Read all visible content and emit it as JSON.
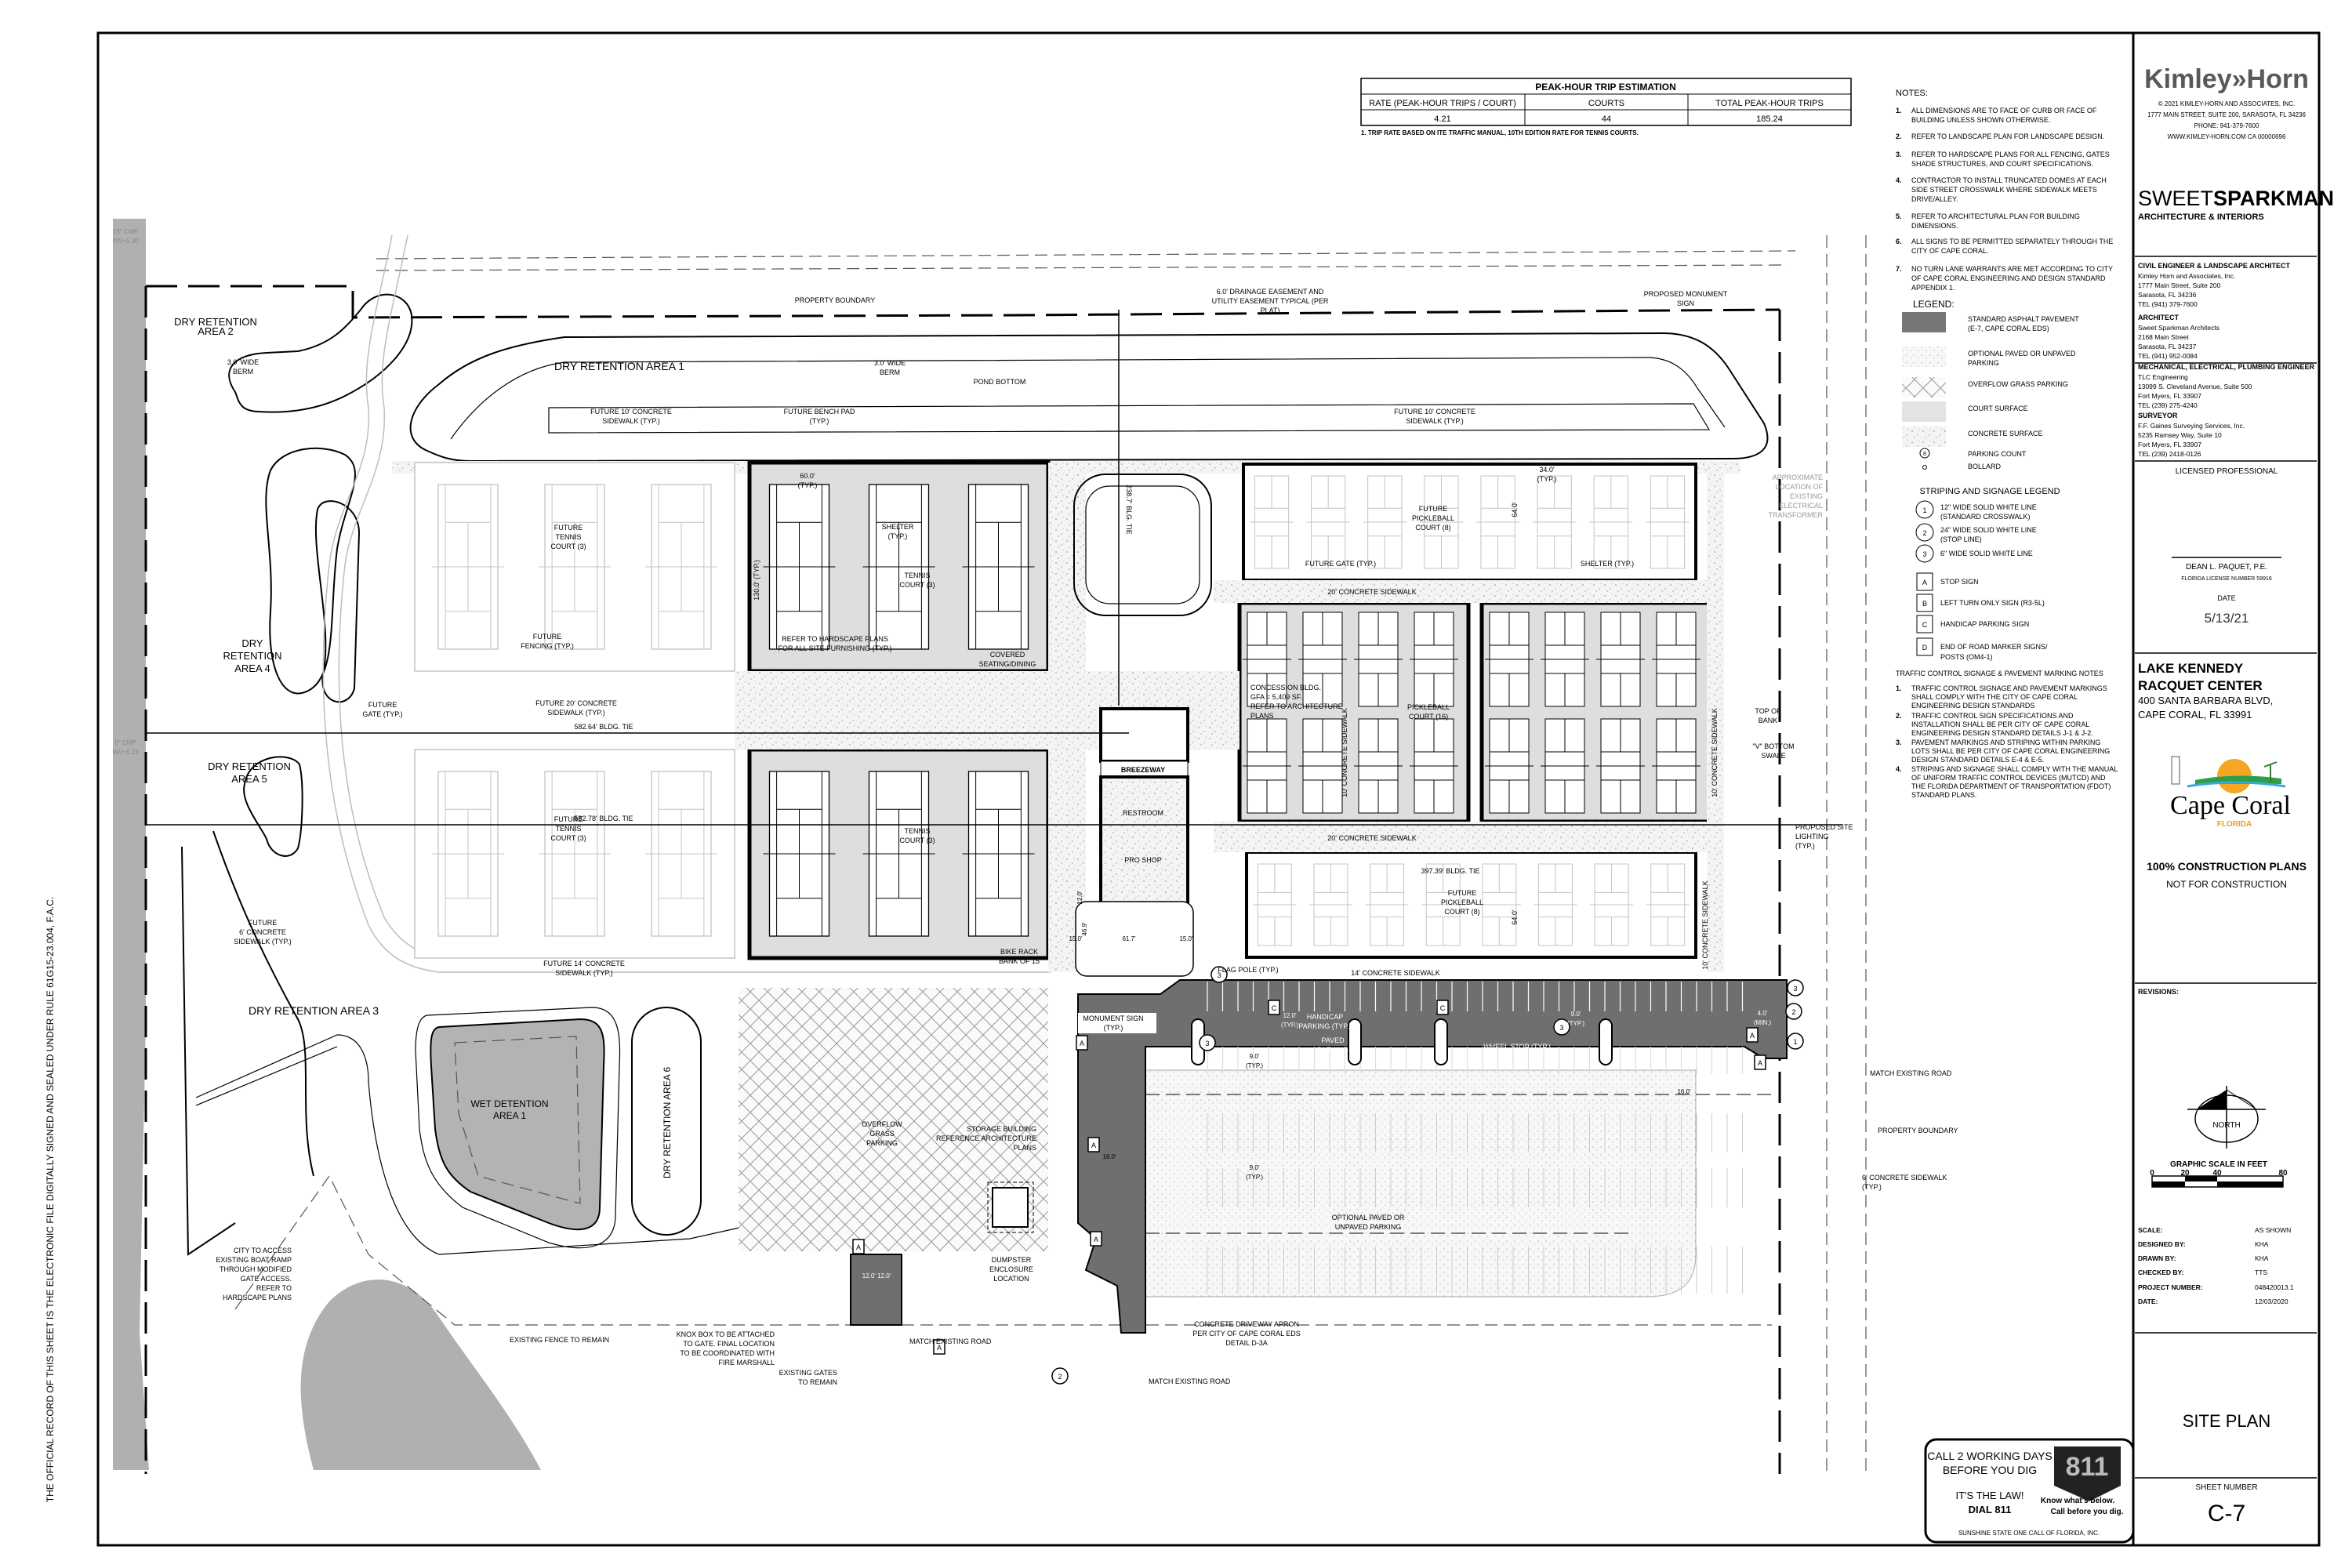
{
  "colors": {
    "asphalt": "#6f6f6f",
    "court": "#dedede",
    "pond": "#b3b3b3",
    "lake": "#b0b0b0",
    "logo_gray": "#58595b",
    "sun": "#f5a623",
    "florida": "#e8a21c"
  },
  "trip_table": {
    "title": "PEAK-HOUR TRIP ESTIMATION",
    "headers": [
      "RATE (PEAK-HOUR TRIPS / COURT)",
      "COURTS",
      "TOTAL PEAK-HOUR TRIPS"
    ],
    "values": [
      "4.21",
      "44",
      "185.24"
    ],
    "note": "1.   TRIP RATE BASED ON ITE TRAFFIC MANUAL, 10TH EDITION RATE FOR TENNIS COURTS."
  },
  "notes": {
    "title": "NOTES:",
    "numbers": [
      "1.",
      "2.",
      "3.",
      "4.",
      "5.",
      "6.",
      "7."
    ],
    "items": [
      [
        "ALL DIMENSIONS ARE TO FACE OF CURB OR FACE OF",
        "BUILDING UNLESS SHOWN OTHERWISE."
      ],
      [
        "REFER TO LANDSCAPE PLAN FOR LANDSCAPE DESIGN."
      ],
      [
        "REFER TO HARDSCAPE PLANS FOR ALL FENCING, GATES",
        "SHADE STRUCTURES, AND COURT SPECIFICATIONS."
      ],
      [
        "CONTRACTOR TO INSTALL TRUNCATED DOMES AT EACH",
        "SIDE STREET CROSSWALK WHERE SIDEWALK MEETS",
        "DRIVE/ALLEY."
      ],
      [
        "REFER TO ARCHITECTURAL PLAN FOR BUILDING",
        "DIMENSIONS."
      ],
      [
        "ALL SIGNS TO BE PERMITTED SEPARATELY THROUGH THE",
        "CITY OF CAPE CORAL."
      ],
      [
        "NO TURN LANE WARRANTS ARE MET ACCORDING TO  CITY",
        "OF CAPE CORAL ENGINEERING AND DESIGN STANDARD",
        "APPENDIX 1."
      ]
    ]
  },
  "legend": {
    "title": "LEGEND:",
    "items": [
      [
        "STANDARD ASPHALT PAVEMENT",
        "(E-7, CAPE CORAL EDS)"
      ],
      [
        "OPTIONAL PAVED OR UNPAVED",
        "PARKING"
      ],
      [
        "OVERFLOW GRASS PARKING"
      ],
      [
        "COURT SURFACE"
      ],
      [
        "CONCRETE SURFACE"
      ]
    ],
    "parking_count_symbol": "8",
    "parking_count": "PARKING COUNT",
    "bollard": "BOLLARD",
    "striping_title": "STRIPING AND SIGNAGE LEGEND",
    "striping": [
      {
        "num": "1",
        "lines": [
          "12\" WIDE SOLID WHITE LINE",
          "(STANDARD CROSSWALK)"
        ]
      },
      {
        "num": "2",
        "lines": [
          "24\" WIDE SOLID WHITE LINE",
          "(STOP LINE)"
        ]
      },
      {
        "num": "3",
        "lines": [
          "6\" WIDE SOLID WHITE LINE"
        ]
      }
    ],
    "signs": [
      {
        "letter": "A",
        "lines": [
          "STOP SIGN"
        ]
      },
      {
        "letter": "B",
        "lines": [
          "LEFT TURN ONLY SIGN (R3-5L)"
        ]
      },
      {
        "letter": "C",
        "lines": [
          "HANDICAP PARKING SIGN"
        ]
      },
      {
        "letter": "D",
        "lines": [
          "END OF ROAD MARKER SIGNS/",
          "POSTS (OM4-1)"
        ]
      }
    ]
  },
  "traffic_notes": {
    "title": "TRAFFIC CONTROL SIGNAGE & PAVEMENT MARKING NOTES",
    "numbers": [
      "1.",
      "2.",
      "3.",
      "4."
    ],
    "items": [
      [
        "TRAFFIC CONTROL SIGNAGE AND PAVEMENT MARKINGS",
        "SHALL COMPLY WITH THE CITY OF CAPE CORAL",
        "ENGINEERING DESIGN STANDARDS"
      ],
      [
        "TRAFFIC CONTROL SIGN SPECIFICATIONS AND",
        "INSTALLATION SHALL BE PER CITY OF CAPE CORAL",
        "ENGINEERING DESIGN STANDARD DETAILS J-1 & J-2."
      ],
      [
        "PAVEMENT MARKINGS AND STRIPING WITHIN PARKING",
        "LOTS SHALL BE PER CITY OF CAPE CORAL ENGINEERING",
        "DESIGN STANDARD DETAILS E-4 & E-5."
      ],
      [
        "STRIPING AND SIGNAGE SHALL COMPLY WITH THE MANUAL",
        "OF UNIFORM TRAFFIC CONTROL DEVICES (MUTCD) AND",
        "THE FLORIDA DEPARTMENT OF TRANSPORTATION (FDOT)",
        "STANDARD PLANS."
      ]
    ]
  },
  "title_block": {
    "kh_logo_left": "Kimley",
    "kh_logo_arrows": "»",
    "kh_logo_right": "Horn",
    "kh_info": [
      "© 2021 KIMLEY-HORN AND ASSOCIATES, INC.",
      "1777 MAIN STREET, SUITE 200, SARASOTA, FL 34236",
      "PHONE: 941-379-7600",
      "WWW.KIMLEY-HORN.COM   CA 00000696"
    ],
    "ss_logo_light": "SWEET",
    "ss_logo_bold": "SPARKMAN",
    "ss_tagline": "ARCHITECTURE & INTERIORS",
    "consultants": [
      {
        "role": "CIVIL ENGINEER & LANDSCAPE ARCHITECT",
        "lines": [
          "Kimley Horn and Associates, Inc.",
          "1777 Main Street, Suite 200",
          "Sarasota, FL 34236",
          "TEL (941) 379-7600"
        ]
      },
      {
        "role": "ARCHITECT",
        "lines": [
          "Sweet Sparkman Architects",
          "2168 Main Street",
          "Sarasota, FL 34237",
          "TEL (941) 952-0084"
        ]
      },
      {
        "role": "MECHANICAL, ELECTRICAL, PLUMBING ENGINEER",
        "lines": [
          "TLC Engineering",
          "13099 S. Cleveland Avenue, Suite 500",
          "Fort Myers, FL 33907",
          "TEL (239) 275-4240"
        ]
      },
      {
        "role": "SURVEYOR",
        "lines": [
          "F.F. Gaines Surveying Services, Inc.",
          "5235 Ramsey Way, Suite 10",
          "Fort Myers, FL 33907",
          "TEL (239) 2418-0126"
        ]
      }
    ],
    "licensed": "LICENSED PROFESSIONAL",
    "engineer": "DEAN L. PAQUET, P.E.",
    "license": "FLORIDA LICENSE NUMBER 59916",
    "date_label": "DATE",
    "date_value": "5/13/21",
    "project_name": [
      "LAKE KENNEDY",
      "RACQUET CENTER"
    ],
    "project_address": [
      "400 SANTA BARBARA BLVD,",
      "CAPE CORAL, FL 33991"
    ],
    "city_logo": "Cape Coral",
    "city_logo_state": "FLORIDA",
    "plan_status": "100% CONSTRUCTION PLANS",
    "plan_status_sub": "NOT FOR CONSTRUCTION",
    "revisions": "REVISIONS:",
    "north": "NORTH",
    "scale_title": "GRAPHIC  SCALE  IN  FEET",
    "scale_ticks": [
      "0",
      "20",
      "40",
      "80"
    ],
    "info_labels": [
      "SCALE:",
      "DESIGNED BY:",
      "DRAWN BY:",
      "CHECKED BY:",
      "PROJECT NUMBER:",
      "DATE:"
    ],
    "info_values": [
      "AS SHOWN",
      "KHA",
      "KHA",
      "TTS",
      "048420013.1",
      "12/03/2020"
    ],
    "sheet_title": "SITE PLAN",
    "sheet_number_label": "SHEET NUMBER",
    "sheet_number": "C-7"
  },
  "call811": {
    "lines": [
      "CALL 2 WORKING DAYS",
      "BEFORE YOU DIG"
    ],
    "law": "IT'S THE LAW!",
    "dial": "DIAL 811",
    "badge": "811",
    "know": "Know what's below.",
    "call": "Call before you dig.",
    "footer": "SUNSHINE STATE ONE CALL OF FLORIDA, INC."
  },
  "certification": "THE OFFICIAL RECORD OF THIS SHEET IS THE ELECTRONIC FILE DIGITALLY SIGNED AND SEALED UNDER RULE 61G15-23.004, F.A.C.",
  "plan": {
    "labels": {
      "dry_ret_2": [
        "DRY RETENTION",
        "AREA 2"
      ],
      "berm_left": [
        "3.0' WIDE",
        "BERM"
      ],
      "dry_ret_1": [
        "DRY RETENTION AREA 1"
      ],
      "berm_mid": [
        "3.0' WIDE",
        "BERM"
      ],
      "property_boundary": [
        "PROPERTY BOUNDARY"
      ],
      "drainage_easement": [
        "6.0' DRAINAGE EASEMENT AND",
        "UTILITY EASEMENT TYPICAL (PER",
        "PLAT)"
      ],
      "pond_bottom": [
        "POND BOTTOM"
      ],
      "proposed_monument": [
        "PROPOSED MONUMENT",
        "SIGN"
      ],
      "future_sidewalk_a": [
        "FUTURE 10' CONCRETE",
        "SIDEWALK (TYP.)"
      ],
      "future_bench": [
        "FUTURE BENCH PAD",
        "(TYP.)"
      ],
      "future_sidewalk_b": [
        "FUTURE 10' CONCRETE",
        "SIDEWALK (TYP.)"
      ],
      "future_tennis_top": [
        "FUTURE",
        "TENNIS",
        "COURT (3)"
      ],
      "future_fencing": [
        "FUTURE",
        "FENCING (TYP.)"
      ],
      "dry_ret_4": [
        "DRY",
        "RETENTION",
        "AREA 4"
      ],
      "future_gate": [
        "FUTURE",
        "GATE (TYP.)"
      ],
      "future_20_sidewalk": [
        "FUTURE 20' CONCRETE",
        "SIDEWALK (TYP.)"
      ],
      "bldg_tie_1": [
        "582.64' BLDG. TIE"
      ],
      "dry_ret_5": [
        "DRY RETENTION",
        "AREA 5"
      ],
      "future_tennis_bottom": [
        "FUTURE",
        "TENNIS",
        "COURT (3)"
      ],
      "bldg_tie_2": [
        "582.78' BLDG. TIE"
      ],
      "future_6_sidewalk": [
        "FUTURE",
        "6' CONCRETE",
        "SIDEWALK (TYP.)"
      ],
      "future_14_sidewalk": [
        "FUTURE 14' CONCRETE",
        "SIDEWALK (TYP.)"
      ],
      "dry_ret_3": [
        "DRY RETENTION AREA 3"
      ],
      "tennis_top": [
        "TENNIS",
        "COURT (3)"
      ],
      "shelter": [
        "SHELTER",
        "(TYP.)"
      ],
      "dim_60": [
        "60.0'",
        "(TYP.)"
      ],
      "dim_130": [
        "130.0' (TYP.)"
      ],
      "refer_hardscape": [
        "REFER TO HARDSCAPE PLANS",
        "FOR ALL SITE FURNISHING (TYP.)"
      ],
      "covered_seating": [
        "COVERED",
        "SEATING/DINING"
      ],
      "tennis_bottom": [
        "TENNIS",
        "COURT (3)"
      ],
      "bike_rack": [
        "BIKE RACK",
        "BANK OF 15"
      ],
      "bldg_tie_3": [
        "238.7' BLG. TIE"
      ],
      "concession": [
        "CONCESSION BLDG.",
        "GFA = 5,409 SF.",
        "REFER TO ARCHITECTURE",
        "PLANS"
      ],
      "breezeway": [
        "BREEZEWAY"
      ],
      "restroom": [
        "RESTROOM"
      ],
      "pro_shop": [
        "PRO SHOP"
      ],
      "pickleball_16": [
        "PICKLEBALL",
        "COURT (16)"
      ],
      "future_pickleball_top": [
        "FUTURE",
        "PICKLEBALL",
        "COURT (8)"
      ],
      "future_gate_2": [
        "FUTURE GATE (TYP.)"
      ],
      "shelter_2": [
        "SHELTER (TYP.)"
      ],
      "dim_34": [
        "34.0'",
        "(TYP.)"
      ],
      "dim_64_a": [
        "64.0'"
      ],
      "dim_64_b": [
        "64.0'"
      ],
      "sidewalk_20_top": [
        "20' CONCRETE SIDEWALK"
      ],
      "sidewalk_20_bottom": [
        "20' CONCRETE SIDEWALK"
      ],
      "sidewalk_10_a": [
        "10' CONCRETE SIDEWALK"
      ],
      "sidewalk_10_b": [
        "10' CONCRETE SIDEWALK"
      ],
      "sidewalk_10_c": [
        "10' CONCRETE SIDEWALK"
      ],
      "top_of_bank": [
        "TOP OF",
        "BANK"
      ],
      "v_bottom": [
        "\"V\" BOTTOM",
        "SWALE"
      ],
      "transformer": [
        "APPROXIMATE",
        "LOCATION OF",
        "EXISTING",
        "ELECTRICAL",
        "TRANSFORMER"
      ],
      "site_lighting": [
        "PROPOSED SITE",
        "LIGHTING",
        "(TYP.)"
      ],
      "bldg_tie_4": [
        "397.39' BLDG. TIE"
      ],
      "future_pickleball_bottom": [
        "FUTURE",
        "PICKLEBALL",
        "COURT (8)"
      ],
      "dim_15_a": [
        "15.0'"
      ],
      "dim_61": [
        "61.7'"
      ],
      "dim_15_b": [
        "15.0'"
      ],
      "dim_46": [
        "46.9'"
      ],
      "dim_12_a": [
        "12.0'"
      ],
      "flag_pole": [
        "FLAG POLE (TYP.)"
      ],
      "sidewalk_14": [
        "14' CONCRETE SIDEWALK"
      ],
      "monument_sign": [
        "MONUMENT SIGN",
        "(TYP.)"
      ],
      "handicap_parking": [
        "HANDICAP",
        "PARKING (TYP.)"
      ],
      "paved_parking": [
        "PAVED",
        "PARKING"
      ],
      "wheel_stop": [
        "WHEEL STOP (TYP.)"
      ],
      "dim_9_a": [
        "9.0'",
        "(TYP.)"
      ],
      "dim_12_b": [
        "12.0'",
        "(TYP.)"
      ],
      "dim_9_b": [
        "9.0'",
        "(TYP.)"
      ],
      "dim_9_c": [
        "9.0'",
        "(TYP.)"
      ],
      "dim_4": [
        "4.0'",
        "(MIN.)"
      ],
      "dim_16_a": [
        "16.0'"
      ],
      "dim_16_b": [
        "16.0'"
      ],
      "dim_12_12": [
        "12.0'  12.0'"
      ],
      "match_road_1": [
        "MATCH EXISTING ROAD"
      ],
      "property_boundary_2": [
        "PROPERTY BOUNDARY"
      ],
      "sidewalk_6": [
        "6' CONCRETE SIDEWALK",
        "(TYP.)"
      ],
      "optional_parking": [
        "OPTIONAL PAVED OR",
        "UNPAVED PARKING"
      ],
      "overflow_parking": [
        "OVERFLOW",
        "GRASS",
        "PARKING"
      ],
      "storage_building": [
        "STORAGE BUILDING",
        "REFERENCE ARCHITECTURE",
        "PLANS"
      ],
      "dumpster": [
        "DUMPSTER",
        "ENCLOSURE",
        "LOCATION"
      ],
      "wet_detention": [
        "WET DETENTION",
        "AREA 1"
      ],
      "dry_ret_6": [
        "DRY RETENTION AREA 6"
      ],
      "city_access": [
        "CITY TO ACCESS",
        "EXISTING BOAT RAMP",
        "THROUGH MODIFIED",
        "GATE ACCESS.",
        "REFER TO",
        "HARDSCAPE PLANS"
      ],
      "existing_fence": [
        "EXISTING FENCE TO REMAIN"
      ],
      "knox_box": [
        "KNOX BOX TO BE ATTACHED",
        "TO GATE. FINAL LOCATION",
        "TO BE COORDINATED WITH",
        "FIRE MARSHALL"
      ],
      "match_road_2": [
        "MATCH EXISTING ROAD"
      ],
      "existing_gates": [
        "EXISTING GATES",
        "TO REMAIN"
      ],
      "driveway_apron": [
        "CONCRETE DRIVEWAY APRON",
        "PER CITY OF CAPE CORAL EDS",
        "DETAIL D-3A"
      ],
      "match_road_3": [
        "MATCH EXISTING ROAD"
      ],
      "cmp_top": [
        "15\" CMP",
        "INV=5.30"
      ],
      "cmp_left": [
        "6\" CMP",
        "INV=5.23"
      ]
    },
    "signs": [
      "A",
      "A",
      "A",
      "A",
      "A",
      "A",
      "C",
      "C",
      "A"
    ],
    "stripes": [
      "1",
      "2",
      "3",
      "3",
      "3",
      "3",
      "2"
    ]
  }
}
